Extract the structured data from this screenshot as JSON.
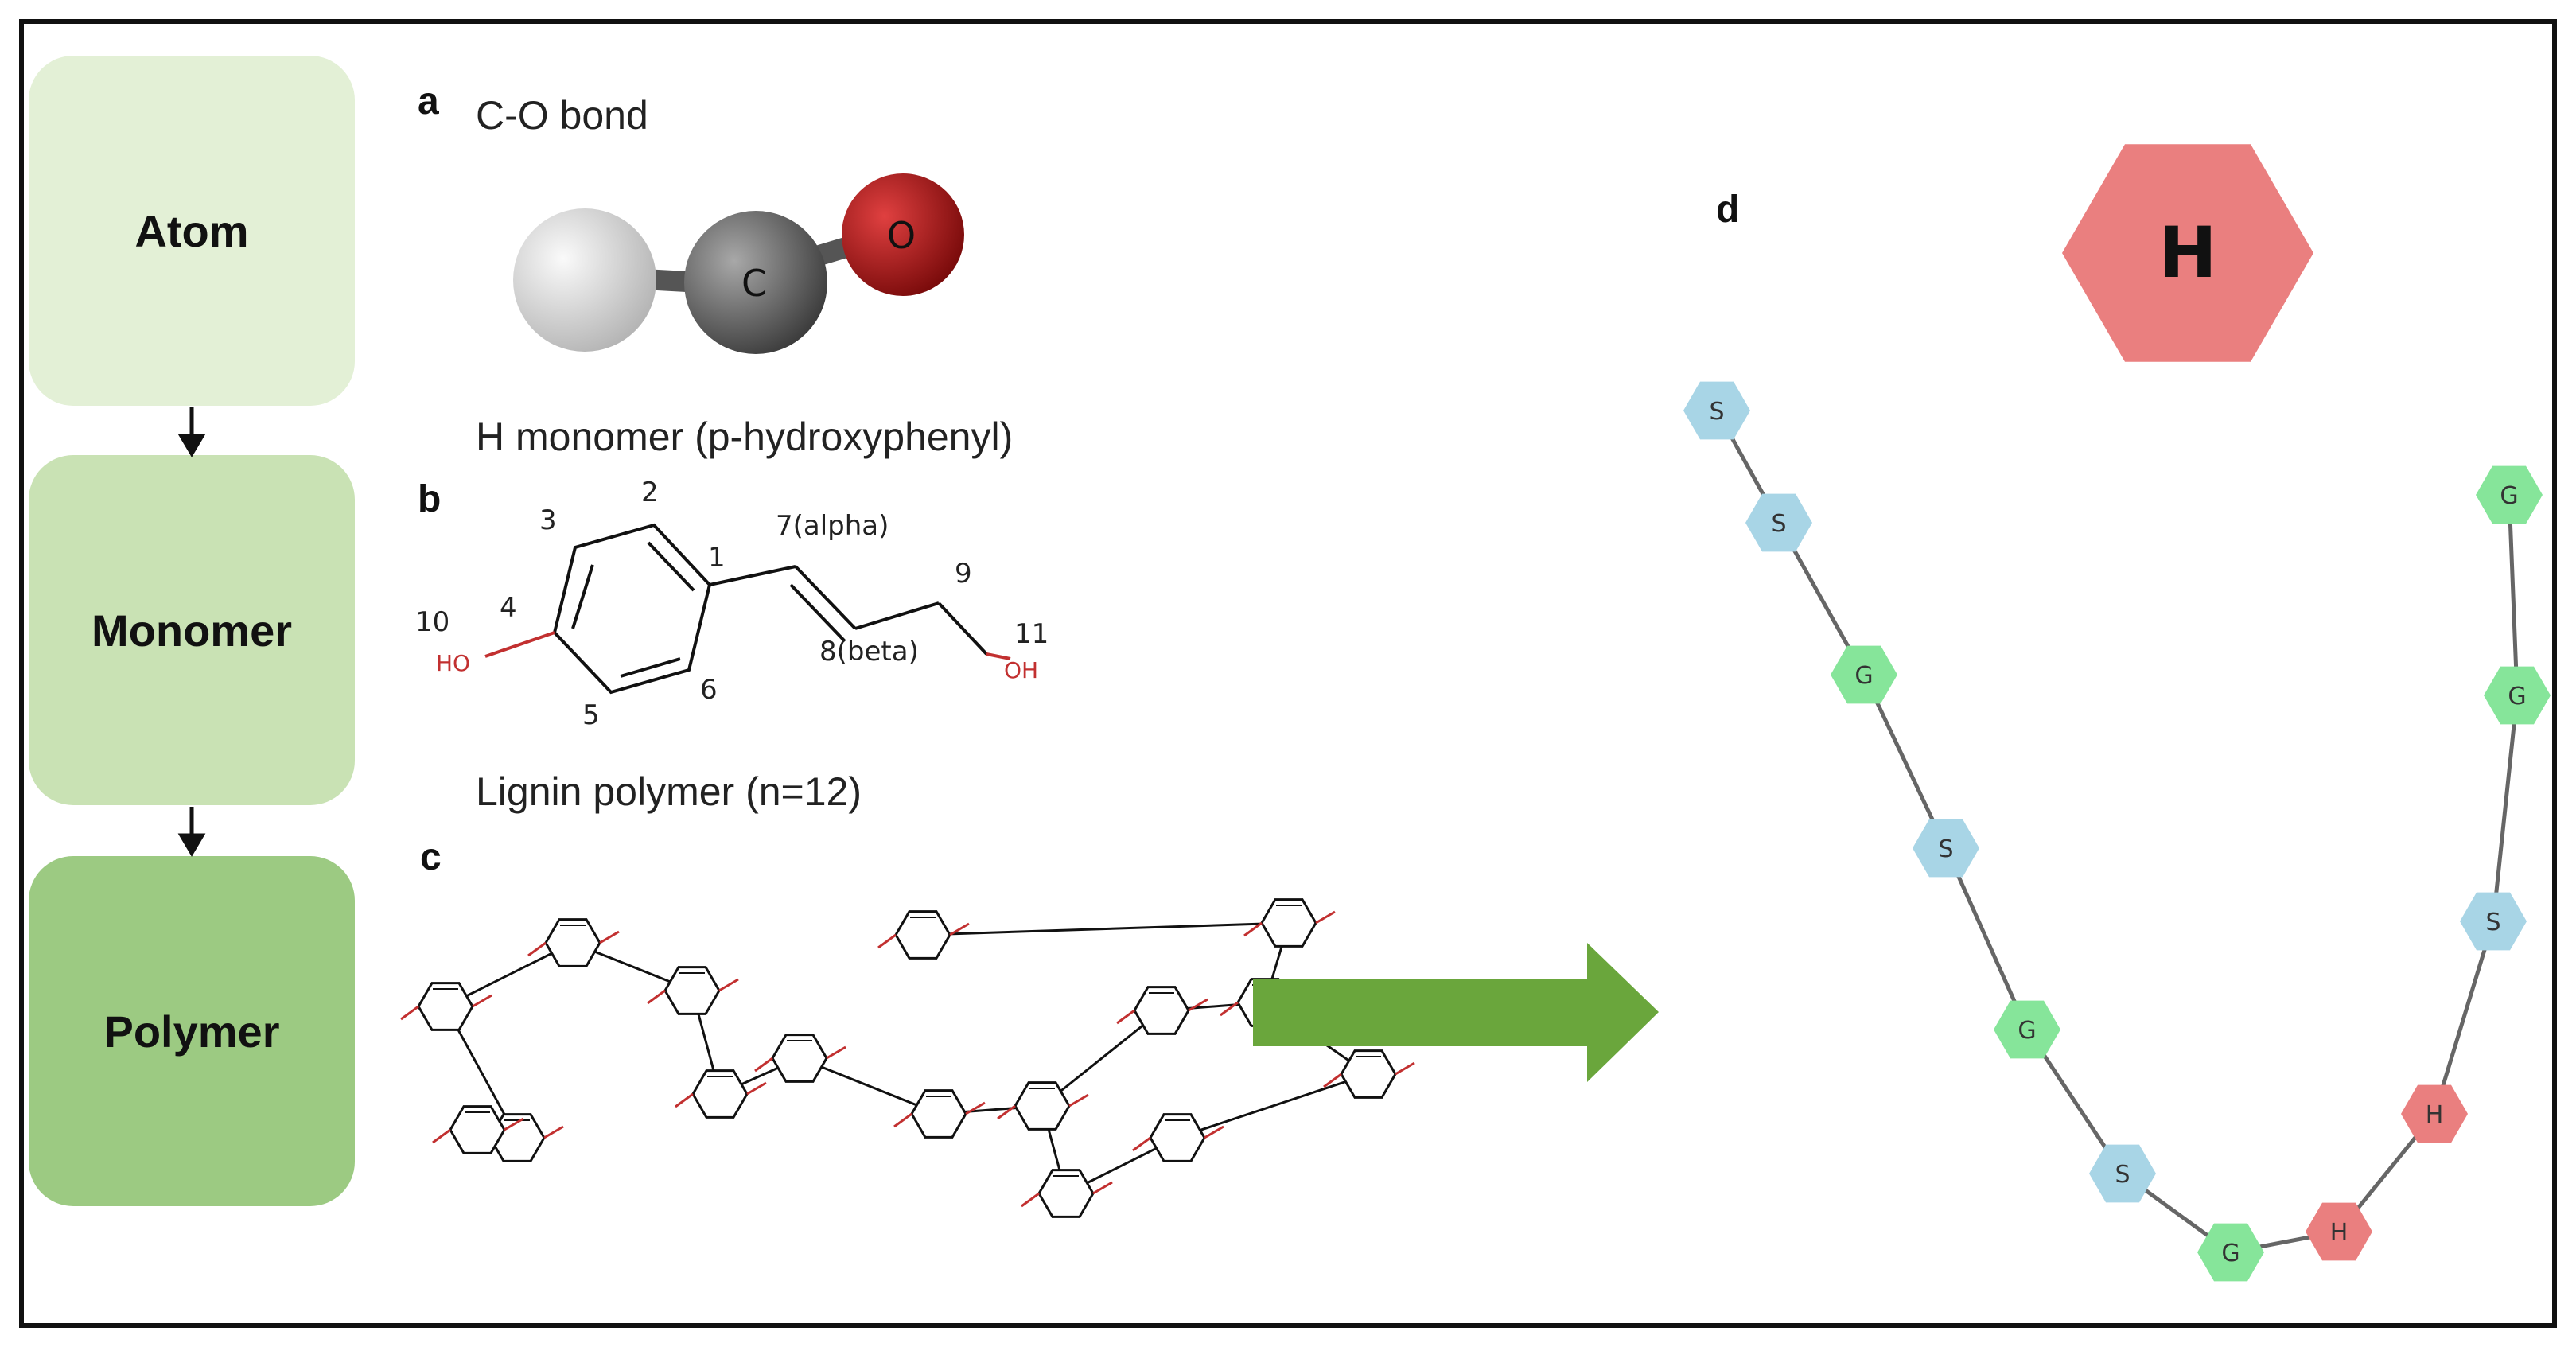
{
  "levels": [
    {
      "label": "Atom",
      "color": "#e3f0d6"
    },
    {
      "label": "Monomer",
      "color": "#c9e2b4"
    },
    {
      "label": "Polymer",
      "color": "#9cca82"
    }
  ],
  "panel_a": {
    "letter": "a",
    "title": "C-O bond",
    "atom_c": "C",
    "atom_o": "O"
  },
  "panel_b": {
    "letter": "b",
    "title": "H monomer (p-hydroxyphenyl)",
    "numbers": {
      "n1": "1",
      "n2": "2",
      "n3": "3",
      "n4": "4",
      "n5": "5",
      "n6": "6",
      "n9": "9",
      "n10": "10",
      "n11": "11"
    },
    "alpha": "7(alpha)",
    "beta": "8(beta)",
    "ho": "HO",
    "oh": "OH"
  },
  "panel_c": {
    "letter": "c",
    "title": "Lignin polymer (n=12)"
  },
  "panel_d": {
    "letter": "d",
    "legend_unit": "H",
    "chain": [
      "S",
      "S",
      "G",
      "S",
      "G",
      "S",
      "G",
      "H",
      "H",
      "S",
      "G",
      "G"
    ]
  },
  "colors": {
    "S": "#a8d5e6",
    "G": "#86e59a",
    "H": "#ea7f7f",
    "arrow": "#6aa63c"
  }
}
